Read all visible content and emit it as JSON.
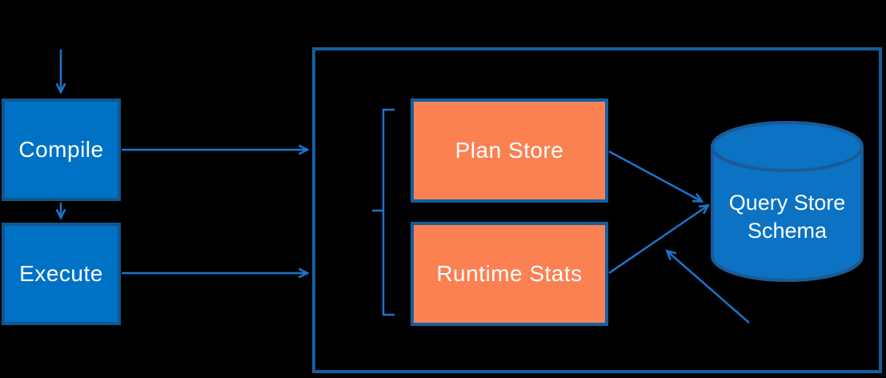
{
  "page": {
    "background_color": "#000000"
  },
  "diagram": {
    "description": "Query Store architecture flow diagram",
    "nodes": {
      "compile": {
        "label": "Compile",
        "shape": "rectangle",
        "fill": "#0072c6"
      },
      "execute": {
        "label": "Execute",
        "shape": "rectangle",
        "fill": "#0072c6"
      },
      "plan_store": {
        "label": "Plan Store",
        "shape": "rectangle",
        "fill": "#fb8153"
      },
      "runtime_stats": {
        "label": "Runtime Stats",
        "shape": "rectangle",
        "fill": "#fb8153"
      },
      "query_store_schema": {
        "label": "Query Store Schema",
        "label_line1": "Query Store",
        "label_line2": "Schema",
        "shape": "cylinder",
        "fill": "#0b72c4"
      },
      "outer_container": {
        "label": "",
        "shape": "rectangle-outline"
      }
    },
    "edges": [
      {
        "from": "top",
        "to": "compile",
        "type": "arrow"
      },
      {
        "from": "compile",
        "to": "execute",
        "type": "arrow"
      },
      {
        "from": "compile",
        "to": "outer_container",
        "type": "arrow"
      },
      {
        "from": "execute",
        "to": "outer_container",
        "type": "arrow"
      },
      {
        "from": "plan_store",
        "to": "query_store_schema",
        "type": "arrow"
      },
      {
        "from": "runtime_stats",
        "to": "query_store_schema",
        "type": "arrow"
      },
      {
        "from": "bottom-right",
        "to": "convergence-point",
        "type": "arrow"
      },
      {
        "group": [
          "plan_store",
          "runtime_stats"
        ],
        "type": "brace"
      }
    ],
    "colors": {
      "node_blue_fill": "#0072c6",
      "node_blue_border": "#11568e",
      "node_orange_fill": "#fb8153",
      "node_orange_border": "#1160a0",
      "outer_box_border": "#145e9d",
      "cylinder_fill": "#0b72c4",
      "cylinder_border": "#1b5a97",
      "arrow": "#1c74cb",
      "text": "#ffffff"
    }
  }
}
